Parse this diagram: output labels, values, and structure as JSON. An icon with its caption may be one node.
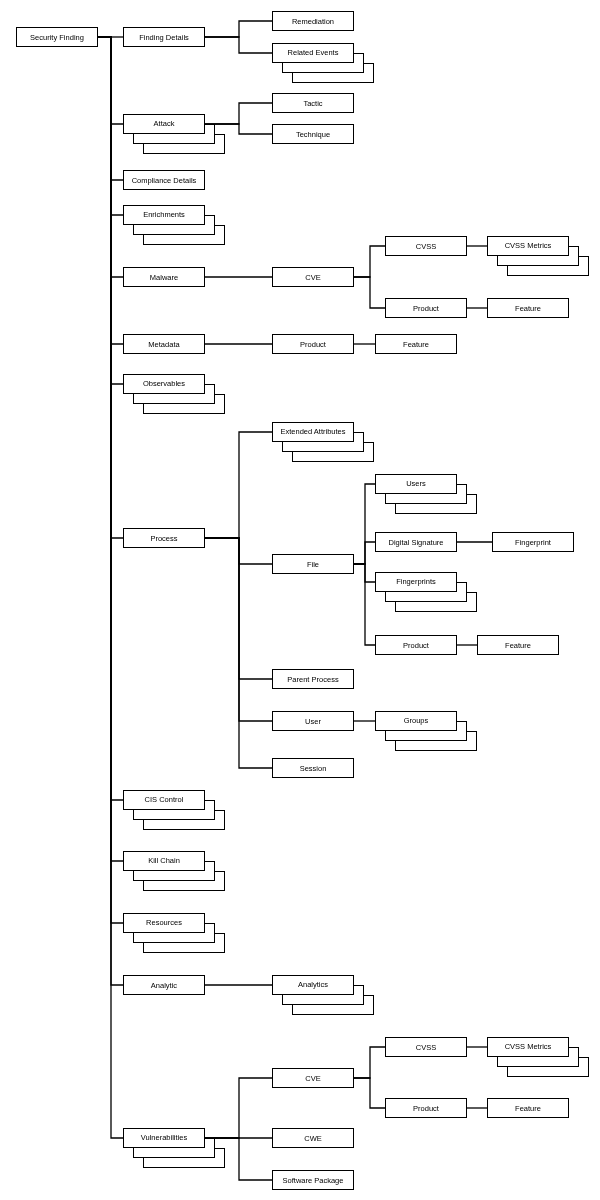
{
  "diagram": {
    "nodes": [
      {
        "text": [
          "Security Finding"
        ]
      },
      {
        "text": [
          "Finding Details"
        ]
      },
      {
        "text": [
          "Remediation"
        ]
      },
      {
        "text": [
          "Related Events"
        ]
      },
      {
        "text": [
          "Attack"
        ]
      },
      {
        "text": [
          "Tactic"
        ]
      },
      {
        "text": [
          "Technique"
        ]
      },
      {
        "text": [
          "Compliance Details"
        ]
      },
      {
        "text": [
          "Enrichments"
        ]
      },
      {
        "text": [
          "Malware"
        ]
      },
      {
        "text": [
          "CVE"
        ]
      },
      {
        "text": [
          "CVSS"
        ]
      },
      {
        "text": [
          "CVSS Metrics"
        ]
      },
      {
        "text": [
          "Product"
        ]
      },
      {
        "text": [
          "Feature"
        ]
      },
      {
        "text": [
          "Metadata"
        ]
      },
      {
        "text": [
          "Product"
        ]
      },
      {
        "text": [
          "Feature"
        ]
      },
      {
        "text": [
          "Observables"
        ]
      },
      {
        "text": [
          "Process"
        ]
      },
      {
        "text": [
          "Extended Attributes"
        ]
      },
      {
        "text": [
          "File"
        ]
      },
      {
        "text": [
          "Users"
        ]
      },
      {
        "text": [
          "Digital Signature"
        ]
      },
      {
        "text": [
          "Fingerprint"
        ]
      },
      {
        "text": [
          "Fingerprints"
        ]
      },
      {
        "text": [
          "Product"
        ]
      },
      {
        "text": [
          "Feature"
        ]
      },
      {
        "text": [
          "Parent Process"
        ]
      },
      {
        "text": [
          "User"
        ]
      },
      {
        "text": [
          "Groups"
        ]
      },
      {
        "text": [
          "Session"
        ]
      },
      {
        "text": [
          "CIS Control"
        ]
      },
      {
        "text": [
          "Kill Chain"
        ]
      },
      {
        "text": [
          "Resources"
        ]
      },
      {
        "text": [
          "Analytic"
        ]
      },
      {
        "text": [
          "Analytics"
        ]
      },
      {
        "text": [
          "Vulnerabilities"
        ]
      },
      {
        "text": [
          "CVE"
        ]
      },
      {
        "text": [
          "CVSS"
        ]
      },
      {
        "text": [
          "CVSS Metrics"
        ]
      },
      {
        "text": [
          "Product"
        ]
      },
      {
        "text": [
          "Feature"
        ]
      },
      {
        "text": [
          "CWE"
        ]
      },
      {
        "text": [
          "Software Package"
        ]
      }
    ],
    "edges": [
      {
        "from": 0,
        "to": 1,
        "arrow": "none"
      },
      {
        "from": 0,
        "to": 4,
        "arrow": "none"
      },
      {
        "from": 0,
        "to": 7,
        "arrow": "none"
      },
      {
        "from": 0,
        "to": 8,
        "arrow": "none"
      },
      {
        "from": 0,
        "to": 9,
        "arrow": "none"
      },
      {
        "from": 0,
        "to": 15,
        "arrow": "none"
      },
      {
        "from": 0,
        "to": 18,
        "arrow": "none"
      },
      {
        "from": 0,
        "to": 19,
        "arrow": "none"
      },
      {
        "from": 0,
        "to": 32,
        "arrow": "none"
      },
      {
        "from": 0,
        "to": 33,
        "arrow": "none"
      },
      {
        "from": 0,
        "to": 34,
        "arrow": "none"
      },
      {
        "from": 0,
        "to": 35,
        "arrow": "none"
      },
      {
        "from": 0,
        "to": 37,
        "arrow": "none"
      },
      {
        "from": 1,
        "to": 2,
        "arrow": "none"
      },
      {
        "from": 1,
        "to": 3,
        "arrow": "none"
      },
      {
        "from": 4,
        "to": 5,
        "arrow": "none"
      },
      {
        "from": 4,
        "to": 6,
        "arrow": "none"
      },
      {
        "from": 9,
        "to": 10,
        "arrow": "none"
      },
      {
        "from": 10,
        "to": 11,
        "arrow": "none"
      },
      {
        "from": 10,
        "to": 13,
        "arrow": "none"
      },
      {
        "from": 11,
        "to": 12,
        "arrow": "none"
      },
      {
        "from": 13,
        "to": 14,
        "arrow": "none"
      },
      {
        "from": 15,
        "to": 16,
        "arrow": "none"
      },
      {
        "from": 16,
        "to": 17,
        "arrow": "none"
      },
      {
        "from": 19,
        "to": 20,
        "arrow": "none"
      },
      {
        "from": 19,
        "to": 21,
        "arrow": "none"
      },
      {
        "from": 19,
        "to": 28,
        "arrow": "none"
      },
      {
        "from": 19,
        "to": 29,
        "arrow": "none"
      },
      {
        "from": 19,
        "to": 31,
        "arrow": "none"
      },
      {
        "from": 21,
        "to": 22,
        "arrow": "none"
      },
      {
        "from": 21,
        "to": 23,
        "arrow": "none"
      },
      {
        "from": 21,
        "to": 25,
        "arrow": "none"
      },
      {
        "from": 21,
        "to": 26,
        "arrow": "none"
      },
      {
        "from": 23,
        "to": 24,
        "arrow": "none"
      },
      {
        "from": 26,
        "to": 27,
        "arrow": "none"
      },
      {
        "from": 29,
        "to": 30,
        "arrow": "none"
      },
      {
        "from": 35,
        "to": 36,
        "arrow": "none"
      },
      {
        "from": 37,
        "to": 38,
        "arrow": "none"
      },
      {
        "from": 37,
        "to": 43,
        "arrow": "none"
      },
      {
        "from": 37,
        "to": 44,
        "arrow": "none"
      },
      {
        "from": 38,
        "to": 39,
        "arrow": "none"
      },
      {
        "from": 38,
        "to": 41,
        "arrow": "none"
      },
      {
        "from": 39,
        "to": 40,
        "arrow": "none"
      },
      {
        "from": 41,
        "to": 42,
        "arrow": "none"
      }
    ]
  }
}
